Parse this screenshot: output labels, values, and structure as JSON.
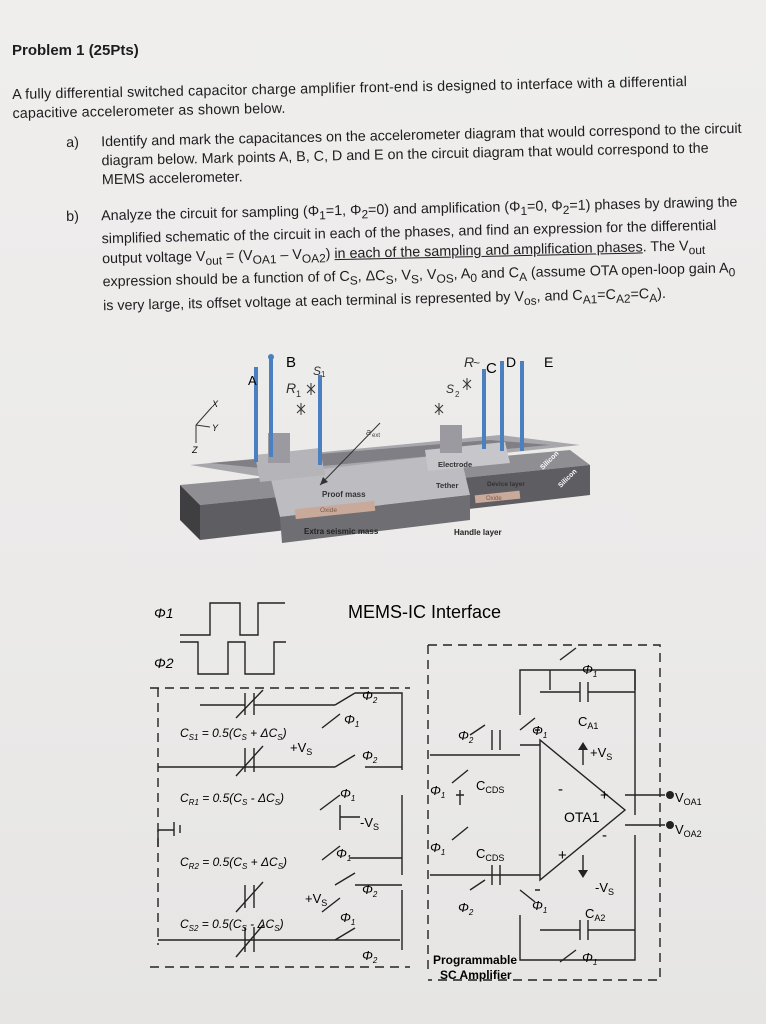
{
  "problem": {
    "title": "Problem 1 (25Pts)"
  },
  "intro": {
    "text": "A fully differential switched capacitor charge amplifier front-end is designed to interface with a differential capacitive accelerometer as shown below."
  },
  "question_a": {
    "label": "a)",
    "text": "Identify and mark the capacitances on the accelerometer diagram that would correspond to the circuit diagram below. Mark points A, B, C, D and E on the circuit diagram that would correspond to the MEMS accelerometer."
  },
  "question_b": {
    "label": "b)",
    "text_1": "Analyze the circuit for sampling (Φ",
    "sub_1": "1",
    "text_2": "=1, Φ",
    "sub_2": "2",
    "text_3": "=0) and amplification (Φ",
    "sub_3": "1",
    "text_4": "=0, Φ",
    "sub_4": "2",
    "text_5": "=1) phases by drawing the simplified schematic of the circuit in each of the phases, and find an expression for the differential output voltage V",
    "sub_out": "out",
    "text_6": " = (V",
    "sub_oa1": "OA1",
    "text_7": " – V",
    "sub_oa2": "OA2",
    "text_8": ") ",
    "underlined": "in each of the sampling and amplification phases",
    "text_9": ". The V",
    "sub_out2": "out",
    "text_10": " expression should be a function of of C",
    "sub_s": "S",
    "text_11": ", ΔC",
    "sub_s2": "S",
    "text_12": ", V",
    "sub_s3": "S",
    "text_13": ", V",
    "sub_os": "OS",
    "text_14": ", A",
    "sub_0": "0",
    "text_15": " and C",
    "sub_a": "A",
    "text_16": " (assume OTA open-loop gain A",
    "sub_02": "0",
    "text_17": " is very large, its offset voltage at each terminal is represented by V",
    "sub_os2": "os",
    "text_18": ", and C",
    "sub_a1": "A1",
    "text_19": "=C",
    "sub_a2": "A2",
    "text_20": "=C",
    "sub_a3": "A",
    "text_21": ")."
  },
  "mems_diagram": {
    "pin_labels": [
      "A",
      "B",
      "C",
      "D",
      "E"
    ],
    "axis_labels": [
      "X",
      "Y",
      "Z"
    ],
    "accel_label": "a",
    "accel_sub": "ext",
    "structure_labels": {
      "electrode": "Electrode",
      "tether": "Tether",
      "device_layer": "Device layer",
      "silicon_1": "Silicon",
      "silicon_2": "Silicon",
      "proof_mass": "Proof mass",
      "oxide_1": "Oxide",
      "oxide_2": "Oxide",
      "extra_seismic_mass": "Extra seismic mass",
      "handle_layer": "Handle layer"
    },
    "handwritten_marks": [
      "R",
      "1",
      "S",
      "1",
      "R",
      "S",
      "2",
      "~",
      "~"
    ]
  },
  "circuit": {
    "title": "MEMS-IC Interface",
    "phi1_label": "Φ1",
    "phi2_label": "Φ2",
    "cs1_label": "C",
    "cs1_sub": "S1",
    "cs1_expr": " = 0.5(C",
    "cs1_sub2": "S",
    "cs1_expr2": " + ΔC",
    "cs1_sub3": "S",
    "cs1_end": ")",
    "cr1_label": "C",
    "cr1_sub": "R1",
    "cr1_expr": " = 0.5(C",
    "cr1_sub2": "S",
    "cr1_expr2": " - ΔC",
    "cr1_sub3": "S",
    "cr1_end": ")",
    "cr2_label": "C",
    "cr2_sub": "R2",
    "cr2_expr": " = 0.5(C",
    "cr2_sub2": "S",
    "cr2_expr2": " + ΔC",
    "cr2_sub3": "S",
    "cr2_end": ")",
    "cs2_label": "C",
    "cs2_sub": "S2",
    "cs2_expr": " = 0.5(C",
    "cs2_sub2": "S",
    "cs2_expr2": " - ΔC",
    "cs2_sub3": "S",
    "cs2_end": ")",
    "vs_plus": "+V",
    "vs_plus_sub": "S",
    "vs_minus": "-V",
    "vs_minus_sub": "S",
    "ccds": "C",
    "ccds_sub": "CDS",
    "ca1": "C",
    "ca1_sub": "A1",
    "ca2": "C",
    "ca2_sub": "A2",
    "ota": "OTA1",
    "voa1": "V",
    "voa1_sub": "OA1",
    "voa2": "V",
    "voa2_sub": "OA2",
    "phase_1": "Φ",
    "phase_1_sub": "1",
    "phase_2": "Φ",
    "phase_2_sub": "2",
    "amp_label_1": "Programmable",
    "amp_label_2": "SC Amplifier",
    "plus": "+",
    "minus": "-"
  },
  "colors": {
    "ink": "#1d1d1f",
    "paper": "#ecebea",
    "electrode_blue": "#4a7fc0",
    "mems_dark": "#4b4b4e",
    "mems_mid": "#8e8e93",
    "mems_light": "#c7c7cc"
  }
}
